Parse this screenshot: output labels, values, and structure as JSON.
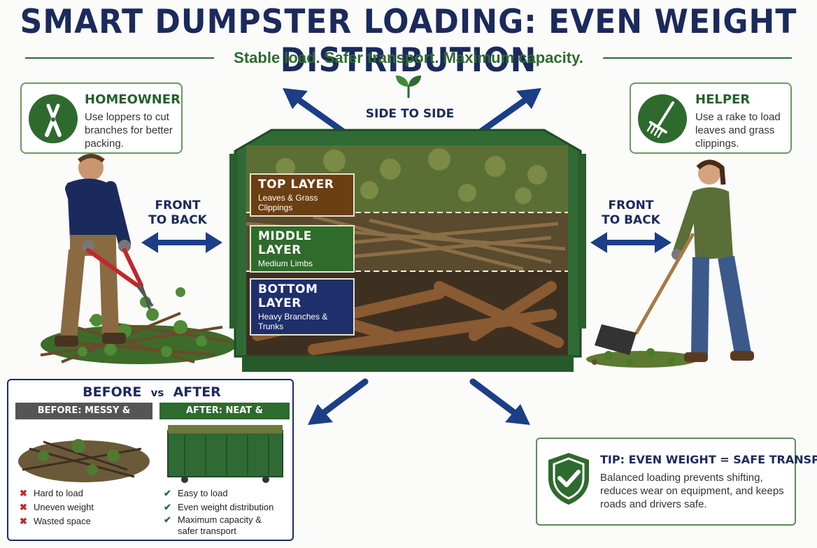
{
  "header": {
    "title": "SMART DUMPSTER LOADING: EVEN WEIGHT DISTRIBUTION",
    "subtitle": "Stable load. Safer transport. Maximum capacity."
  },
  "homeowner": {
    "title": "HOMEOWNER",
    "text": "Use loppers to cut branches for better packing.",
    "icon": "loppers-icon"
  },
  "helper": {
    "title": "HELPER",
    "text": "Use a rake to load leaves and grass clippings.",
    "icon": "rake-icon"
  },
  "arrows": {
    "side_to_side": "SIDE TO SIDE",
    "front_to_back_left": "FRONT TO BACK",
    "front_to_back_right": "FRONT TO BACK"
  },
  "layers": [
    {
      "title": "TOP LAYER",
      "subtitle": "Leaves & Grass Clippings",
      "color": "#6b3f12"
    },
    {
      "title": "MIDDLE LAYER",
      "subtitle": "Medium Limbs",
      "color": "#2f6b2a"
    },
    {
      "title": "BOTTOM LAYER",
      "subtitle": "Heavy Branches & Trunks",
      "color": "#1e2f6b"
    }
  ],
  "before_after": {
    "heading_before": "BEFORE",
    "heading_vs": "vs",
    "heading_after": "AFTER",
    "before_label": "BEFORE: MESSY & UNEVEN",
    "after_label": "AFTER: NEAT & BALANCED",
    "before_items": [
      "Hard to load",
      "Uneven weight",
      "Wasted space"
    ],
    "after_items": [
      "Easy to load",
      "Even weight distribution",
      "Maximum capacity & safer transport"
    ]
  },
  "tip": {
    "title": "TIP: EVEN WEIGHT = SAFE TRANSPORT",
    "text": "Balanced loading prevents shifting, reduces wear on equipment, and keeps roads and drivers safe.",
    "icon": "shield-check-icon"
  },
  "colors": {
    "navy": "#1b2a5c",
    "green": "#2d6b2e",
    "dumpster": "#2f6a35",
    "red": "#c0282b"
  }
}
